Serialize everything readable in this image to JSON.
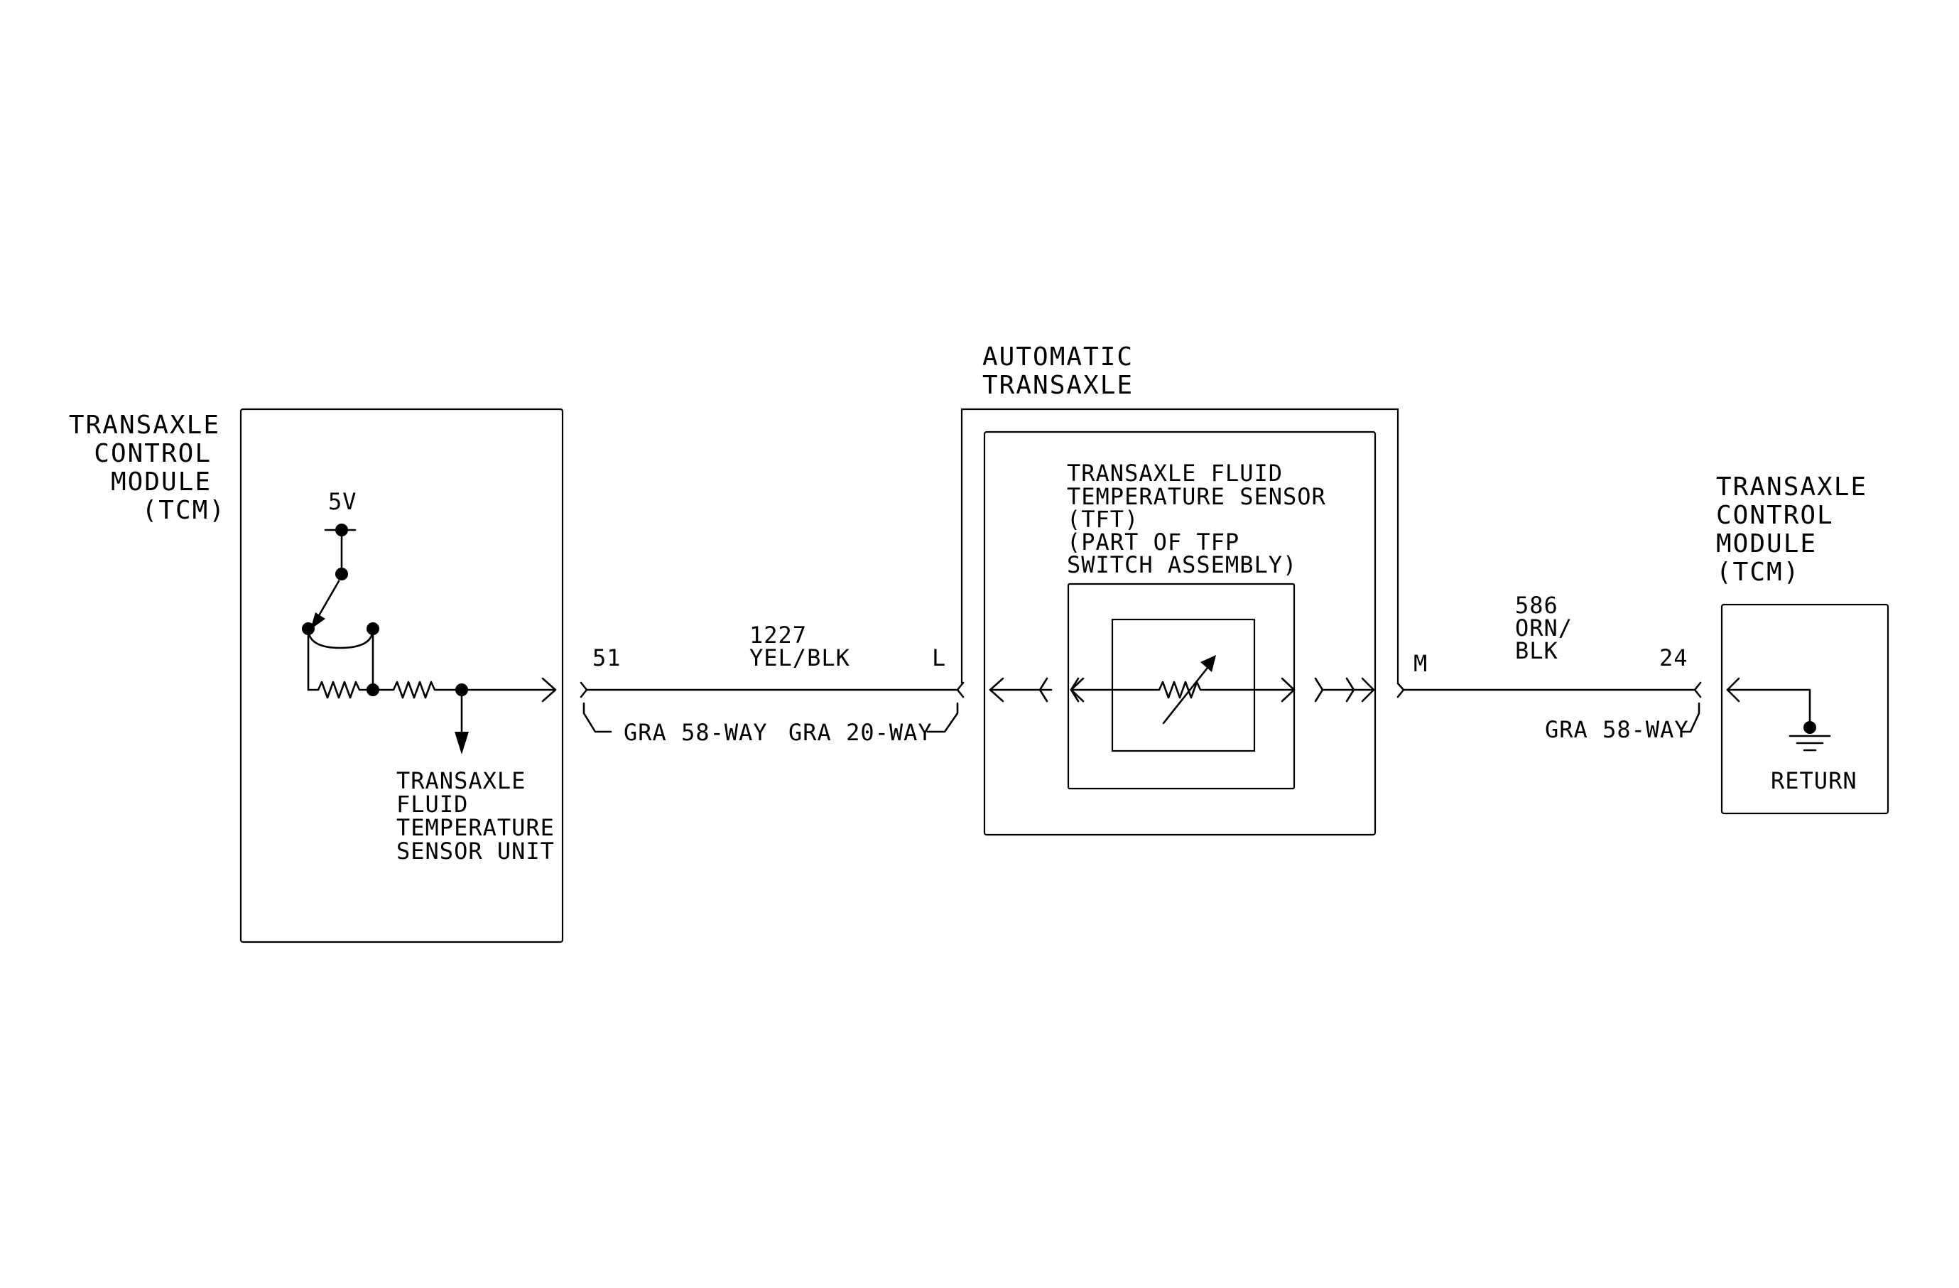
{
  "tcm_left": {
    "title": [
      "TRANSAXLE",
      "CONTROL",
      "MODULE",
      "(TCM)"
    ],
    "supply": "5V",
    "sensor_unit": [
      "TRANSAXLE",
      "FLUID",
      "TEMPERATURE",
      "SENSOR UNIT"
    ]
  },
  "wire_left": {
    "pin_tcm": "51",
    "circuit": "1227",
    "color": "YEL/BLK",
    "pin_trans": "L",
    "connector_tcm": "GRA 58-WAY",
    "connector_trans": "GRA 20-WAY"
  },
  "transaxle": {
    "title": [
      "AUTOMATIC",
      "TRANSAXLE"
    ],
    "sensor": [
      "TRANSAXLE FLUID",
      "TEMPERATURE SENSOR",
      "(TFT)",
      "(PART OF TFP",
      "SWITCH ASSEMBLY)"
    ]
  },
  "wire_right": {
    "pin_trans": "M",
    "circuit": "586",
    "color": [
      "ORN/",
      "BLK"
    ],
    "pin_tcm": "24",
    "connector_tcm": "GRA 58-WAY"
  },
  "tcm_right": {
    "title": [
      "TRANSAXLE",
      "CONTROL",
      "MODULE",
      "(TCM)"
    ],
    "ground_label": "RETURN"
  }
}
